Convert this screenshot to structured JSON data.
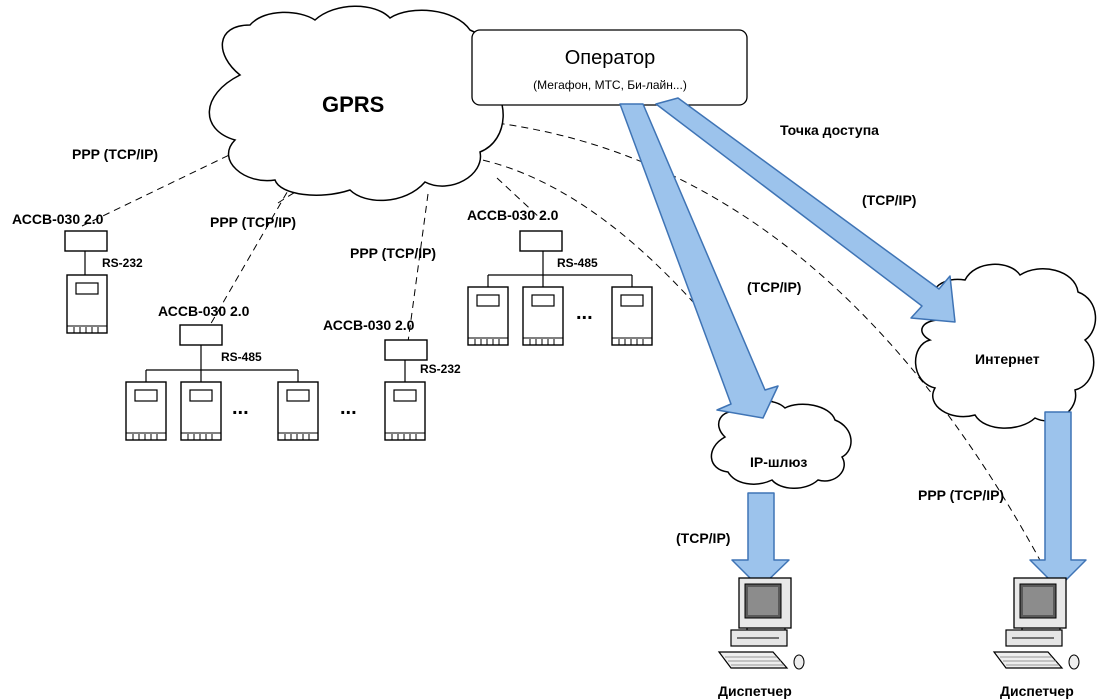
{
  "operator": {
    "title": "Оператор",
    "subtitle": "(Мегафон, МТС, Би-лайн...)"
  },
  "clouds": {
    "gprs": "GPRS",
    "internet": "Интернет",
    "ipgw": "IP-шлюз"
  },
  "labels": {
    "access_point": "Точка доступа",
    "tcpip": "(TCP/IP)",
    "ppp_tcpip": "PPP (TCP/IP)",
    "device": "АССВ-030 2.0",
    "rs232": "RS-232",
    "rs485": "RS-485",
    "ellipsis": "...",
    "dispatcher": "Диспетчер"
  },
  "colors": {
    "arrow_fill": "#9cc3ec",
    "arrow_stroke": "#3f74b5",
    "cloud_fill": "#ffffff",
    "line": "#000000"
  }
}
